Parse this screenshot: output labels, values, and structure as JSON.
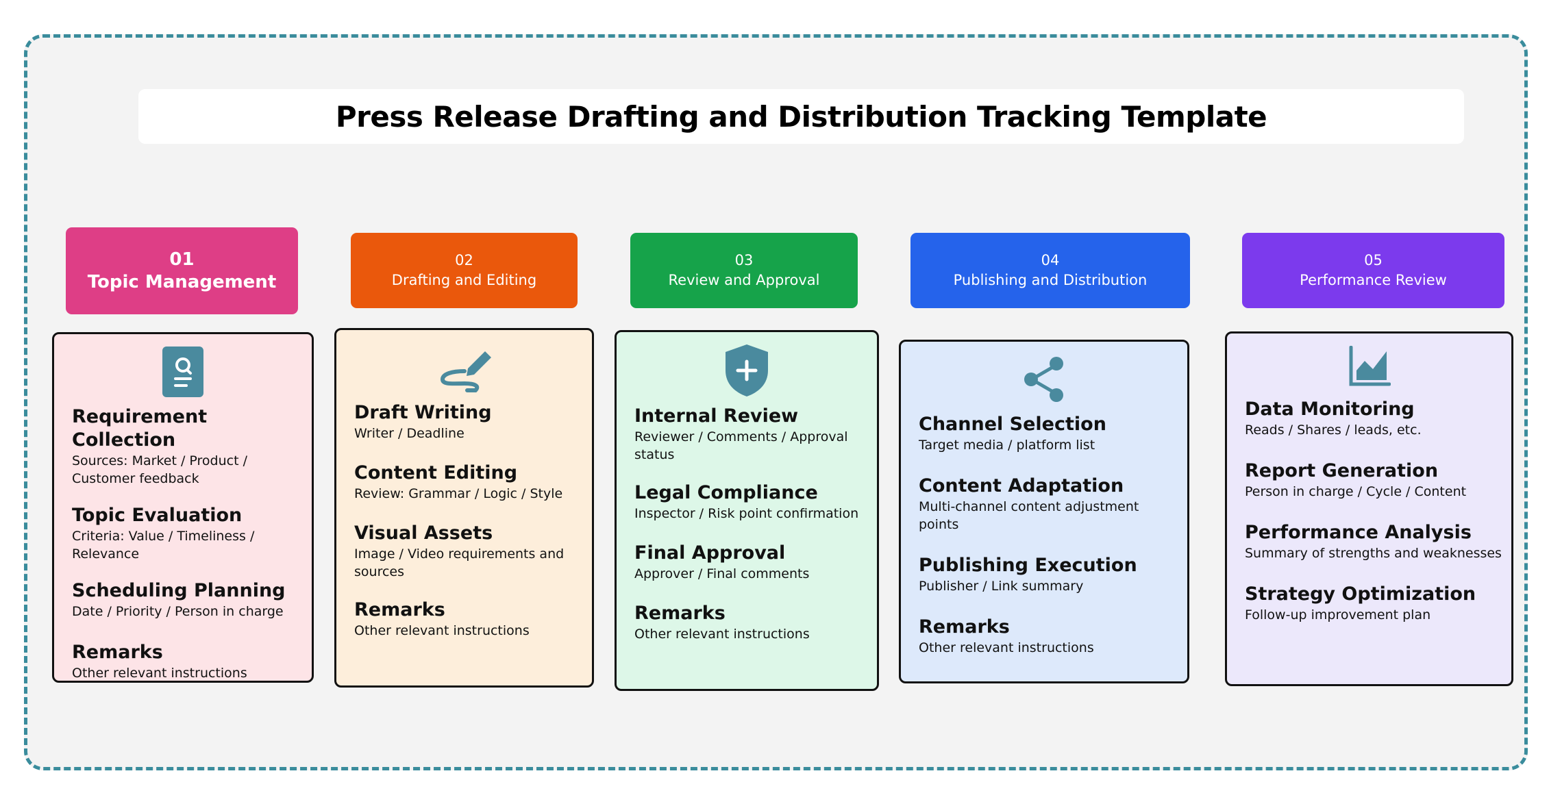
{
  "title": "Press Release Drafting and Distribution Tracking Template",
  "colors": {
    "border_dashed": "#3a8c9c",
    "icon": "#4a8a9e",
    "stage1": "#de3e86",
    "stage2": "#ea580c",
    "stage3": "#16a34a",
    "stage4": "#2563eb",
    "stage5": "#7c3aed"
  },
  "stages": [
    {
      "num": "01",
      "label": "Topic Management",
      "icon": "document-search-icon",
      "card_bg": "#fde4e7",
      "items": [
        {
          "heading": "Requirement Collection",
          "desc": "Sources: Market / Product / Customer feedback"
        },
        {
          "heading": "Topic Evaluation",
          "desc": "Criteria: Value / Timeliness / Relevance"
        },
        {
          "heading": "Scheduling Planning",
          "desc": "Date / Priority / Person in charge"
        },
        {
          "heading": "Remarks",
          "desc": "Other relevant instructions"
        }
      ]
    },
    {
      "num": "02",
      "label": "Drafting and Editing",
      "icon": "pen-signature-icon",
      "card_bg": "#fdeedb",
      "items": [
        {
          "heading": "Draft Writing",
          "desc": "Writer / Deadline"
        },
        {
          "heading": "Content Editing",
          "desc": "Review: Grammar / Logic / Style"
        },
        {
          "heading": "Visual Assets",
          "desc": "Image / Video requirements and sources"
        },
        {
          "heading": "Remarks",
          "desc": "Other relevant instructions"
        }
      ]
    },
    {
      "num": "03",
      "label": "Review and Approval",
      "icon": "shield-plus-icon",
      "card_bg": "#ddf7e8",
      "items": [
        {
          "heading": "Internal Review",
          "desc": "Reviewer / Comments / Approval status"
        },
        {
          "heading": "Legal Compliance",
          "desc": "Inspector / Risk point confirmation"
        },
        {
          "heading": "Final Approval",
          "desc": "Approver / Final comments"
        },
        {
          "heading": "Remarks",
          "desc": "Other relevant instructions"
        }
      ]
    },
    {
      "num": "04",
      "label": "Publishing and Distribution",
      "icon": "share-icon",
      "card_bg": "#dde9fb",
      "items": [
        {
          "heading": "Channel Selection",
          "desc": "Target media / platform list"
        },
        {
          "heading": "Content Adaptation",
          "desc": "Multi-channel content adjustment points"
        },
        {
          "heading": "Publishing Execution",
          "desc": "Publisher / Link summary"
        },
        {
          "heading": "Remarks",
          "desc": "Other relevant instructions"
        }
      ]
    },
    {
      "num": "05",
      "label": "Performance  Review",
      "icon": "area-chart-icon",
      "card_bg": "#ece8fb",
      "items": [
        {
          "heading": "Data Monitoring",
          "desc": "Reads / Shares / leads, etc."
        },
        {
          "heading": "Report Generation",
          "desc": "Person in charge / Cycle / Content"
        },
        {
          "heading": "Performance Analysis",
          "desc": "Summary of strengths and weaknesses"
        },
        {
          "heading": "Strategy Optimization",
          "desc": "Follow-up improvement plan"
        }
      ]
    }
  ]
}
